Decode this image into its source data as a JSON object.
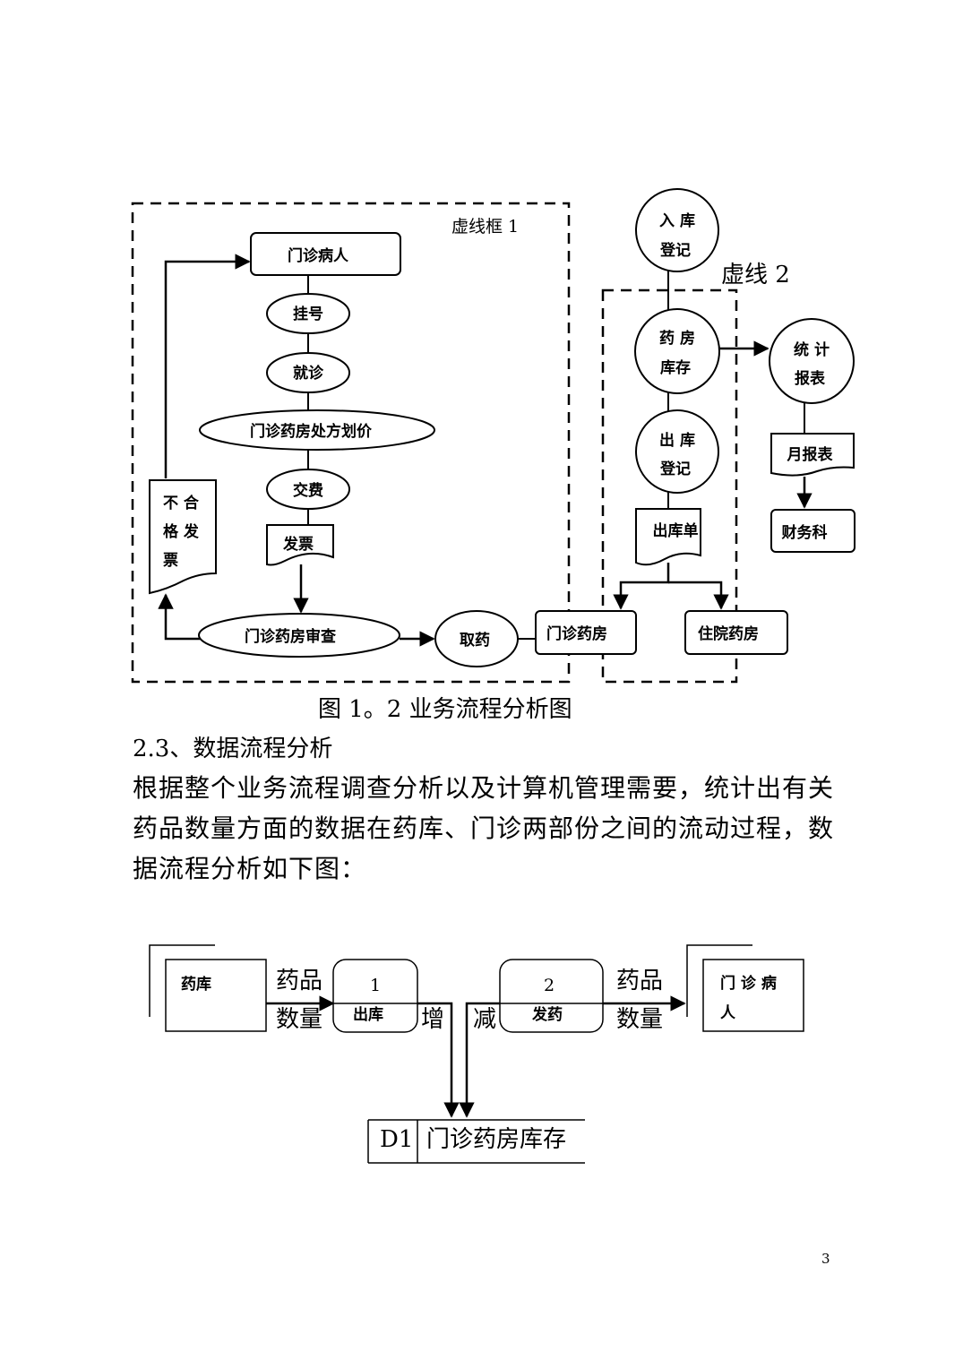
{
  "diagram1": {
    "dashed_box_1_label": "虚线框 1",
    "dashed_box_2_label": "虚线 2",
    "nodes": {
      "outpatient_patient": "门诊病人",
      "registration": "挂号",
      "consultation": "就诊",
      "pricing": "门诊药房处方划价",
      "payment": "交费",
      "invoice": "发票",
      "unqualified_invoice": [
        "不 合",
        "格 发",
        "票"
      ],
      "review": "门诊药房审查",
      "take_medicine": "取药",
      "outpatient_pharmacy": "门诊药房",
      "inpatient_pharmacy": "住院药房",
      "stock_in": [
        "入 库",
        "登记"
      ],
      "pharmacy_stock": [
        "药 房",
        "库存"
      ],
      "stock_out": [
        "出 库",
        "登记"
      ],
      "stock_out_slip": "出库单",
      "statistics": [
        "统 计",
        "报表"
      ],
      "monthly_report": "月报表",
      "finance_dept": "财务科"
    }
  },
  "caption": "图 1。2  业务流程分析图",
  "section_heading": "2.3、数据流程分析",
  "paragraph_lines": [
    "根据整个业务流程调查分析以及计算机管理需要，统计出有关",
    "药品数量方面的数据在药库、门诊两部份之间的流动过程，数",
    "据流程分析如下图："
  ],
  "diagram2": {
    "source_entity": "药库",
    "flow_1_label": [
      "药品",
      "数量"
    ],
    "process_1": {
      "number": "1",
      "name": "出库"
    },
    "increase_label": "增",
    "decrease_label": "减",
    "process_2": {
      "number": "2",
      "name": "发药"
    },
    "flow_2_label": [
      "药品",
      "数量"
    ],
    "target_entity": [
      "门 诊 病",
      "人"
    ],
    "datastore": {
      "id": "D1",
      "name": "门诊药房库存"
    }
  },
  "page_number": "3"
}
